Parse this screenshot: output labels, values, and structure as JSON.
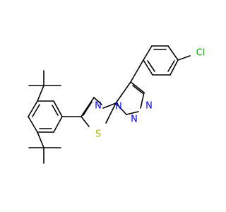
{
  "molecule": {
    "atoms": {
      "chlorine": "Cl",
      "sulfur": "S",
      "nitrogen_bridge": "N",
      "nitrogen_thiadiazole": "N",
      "nitrogen_triazole_upper": "N",
      "nitrogen_triazole_lower": "N"
    },
    "colors": {
      "bond": "#000000",
      "nitrogen": "#0000ff",
      "sulfur": "#b2b200",
      "chlorine": "#00b200"
    }
  }
}
